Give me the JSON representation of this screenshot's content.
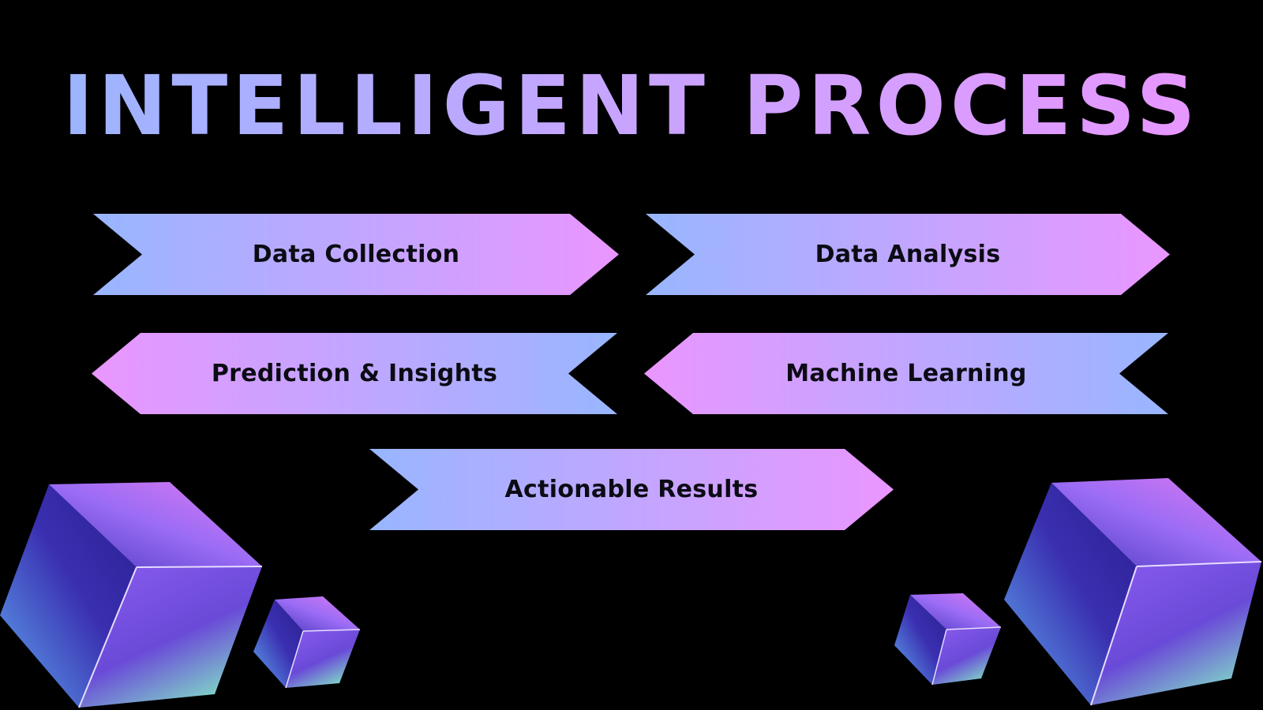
{
  "title": "INTELLIGENT PROCESS",
  "steps": [
    {
      "label": "Data Collection"
    },
    {
      "label": "Data Analysis"
    },
    {
      "label": "Prediction & Insights"
    },
    {
      "label": "Machine Learning"
    },
    {
      "label": "Actionable Results"
    }
  ],
  "colors": {
    "background": "#000000",
    "gradient_blue": "#98b6ff",
    "gradient_pink": "#ea96ff",
    "cube_dark": "#2a1f8f",
    "cube_violet": "#9b6cf5"
  },
  "decorations": [
    "cube-icon",
    "cube-icon",
    "cube-icon",
    "cube-icon"
  ]
}
